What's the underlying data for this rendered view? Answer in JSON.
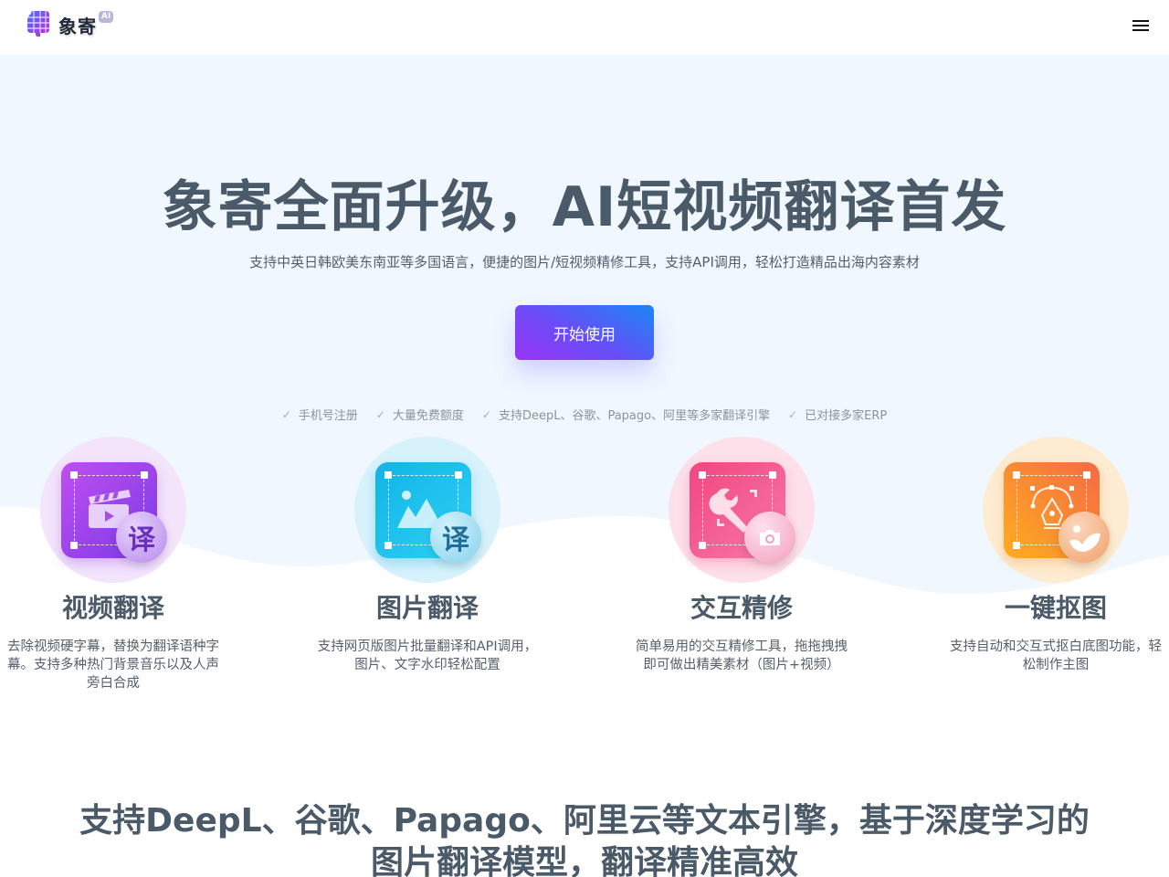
{
  "header": {
    "logo_text": "象寄",
    "logo_badge": "AI",
    "menu_icon": "hamburger-menu-icon"
  },
  "hero": {
    "title": "象寄全面升级，AI短视频翻译首发",
    "subtitle": "支持中英日韩欧美东南亚等多国语言，便捷的图片/短视频精修工具，支持API调用，轻松打造精品出海内容素材",
    "cta_label": "开始使用",
    "cta_gradient": [
      "#9a33f5",
      "#1b86f5"
    ],
    "background_color": "#f0f7ff",
    "perks": [
      {
        "icon": "check-icon",
        "label": "手机号注册"
      },
      {
        "icon": "check-icon",
        "label": "大量免费额度"
      },
      {
        "icon": "check-icon",
        "label": "支持DeepL、谷歌、Papago、阿里等多家翻译引擎"
      },
      {
        "icon": "check-icon",
        "label": "已对接多家ERP"
      }
    ]
  },
  "features": [
    {
      "title": "视频翻译",
      "description": "去除视频硬字幕，替换为翻译语种字幕。支持多种热门背景音乐以及人声旁白合成",
      "icon": "video-translate-icon",
      "badge_glyph": "译",
      "halo_color": "#f3e4fc",
      "tile_gradient": [
        "#c04ef0",
        "#7a3be6"
      ],
      "bubble_color": "#c9a3f2",
      "glyph_color": "#6b2fbf"
    },
    {
      "title": "图片翻译",
      "description": "支持网页版图片批量翻译和API调用，图片、文字水印轻松配置",
      "icon": "image-translate-icon",
      "badge_glyph": "译",
      "halo_color": "#d8f2fc",
      "tile_gradient": [
        "#2fd0f5",
        "#0d9fdc"
      ],
      "bubble_color": "#9ddcf0",
      "glyph_color": "#1f6f99"
    },
    {
      "title": "交互精修",
      "description": "简单易用的交互精修工具，拖拖拽拽即可做出精美素材（图片+视频）",
      "icon": "interactive-edit-icon",
      "badge_glyph": "camera",
      "halo_color": "#fde0ea",
      "tile_gradient": [
        "#f2467f",
        "#f779a8"
      ],
      "bubble_color": "#f8b3cb",
      "glyph_color": "#ffffff"
    },
    {
      "title": "一键抠图",
      "description": "支持自动和交互式抠白底图功能，轻松制作主图",
      "icon": "background-removal-icon",
      "badge_glyph": "image-check",
      "halo_color": "#fdecd2",
      "tile_gradient": [
        "#ffad1f",
        "#f56a45"
      ],
      "bubble_color": "#f6b58a",
      "glyph_color": "#ffffff"
    }
  ],
  "section2": {
    "title_line1": "支持DeepL、谷歌、Papago、阿里云等文本引擎，基于深度学习的",
    "title_line2": "图片翻译模型，翻译精准高效"
  }
}
